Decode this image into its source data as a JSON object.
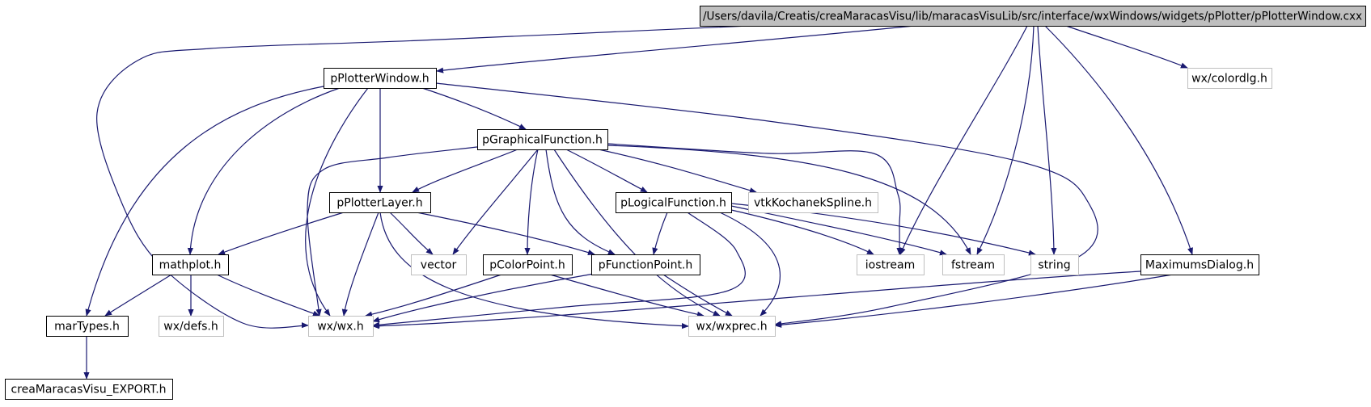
{
  "colors": {
    "edge": "#191970",
    "root_fill": "#bfbfbf",
    "node_border": "#000000",
    "ext_border": "#bfbfbf",
    "text": "#000000",
    "ext_text": "#000000"
  },
  "nodes": [
    {
      "id": "root",
      "label": "/Users/davila/Creatis/creaMaracasVisu/lib/maracasVisuLib/src/interface/wxWindows/widgets/pPlotter/pPlotterWindow.cxx",
      "style": "root"
    },
    {
      "id": "pPlotterWindow_h",
      "label": "pPlotterWindow.h",
      "style": "internal"
    },
    {
      "id": "wx_colordlg_h",
      "label": "wx/colordlg.h",
      "style": "external"
    },
    {
      "id": "pGraphicalFunction_h",
      "label": "pGraphicalFunction.h",
      "style": "internal"
    },
    {
      "id": "pPlotterLayer_h",
      "label": "pPlotterLayer.h",
      "style": "internal"
    },
    {
      "id": "pLogicalFunction_h",
      "label": "pLogicalFunction.h",
      "style": "internal"
    },
    {
      "id": "vtkKochanekSpline_h",
      "label": "vtkKochanekSpline.h",
      "style": "external"
    },
    {
      "id": "mathplot_h",
      "label": "mathplot.h",
      "style": "internal"
    },
    {
      "id": "vector",
      "label": "vector",
      "style": "external"
    },
    {
      "id": "pColorPoint_h",
      "label": "pColorPoint.h",
      "style": "internal"
    },
    {
      "id": "pFunctionPoint_h",
      "label": "pFunctionPoint.h",
      "style": "internal"
    },
    {
      "id": "iostream",
      "label": "iostream",
      "style": "external"
    },
    {
      "id": "fstream",
      "label": "fstream",
      "style": "external"
    },
    {
      "id": "string",
      "label": "string",
      "style": "external"
    },
    {
      "id": "MaximumsDialog_h",
      "label": "MaximumsDialog.h",
      "style": "internal"
    },
    {
      "id": "marTypes_h",
      "label": "marTypes.h",
      "style": "internal"
    },
    {
      "id": "wx_defs_h",
      "label": "wx/defs.h",
      "style": "external"
    },
    {
      "id": "wx_wx_h",
      "label": "wx/wx.h",
      "style": "external"
    },
    {
      "id": "wx_wxprec_h",
      "label": "wx/wxprec.h",
      "style": "external"
    },
    {
      "id": "creaMaracasVisu_EXPORT_h",
      "label": "creaMaracasVisu_EXPORT.h",
      "style": "internal"
    }
  ],
  "edges": [
    {
      "from": "root",
      "to": "pPlotterWindow_h"
    },
    {
      "from": "root",
      "to": "wx_wx_h"
    },
    {
      "from": "root",
      "to": "iostream"
    },
    {
      "from": "root",
      "to": "fstream"
    },
    {
      "from": "root",
      "to": "string"
    },
    {
      "from": "root",
      "to": "MaximumsDialog_h"
    },
    {
      "from": "root",
      "to": "wx_colordlg_h"
    },
    {
      "from": "pPlotterWindow_h",
      "to": "pGraphicalFunction_h"
    },
    {
      "from": "pPlotterWindow_h",
      "to": "pPlotterLayer_h"
    },
    {
      "from": "pPlotterWindow_h",
      "to": "mathplot_h"
    },
    {
      "from": "pPlotterWindow_h",
      "to": "marTypes_h"
    },
    {
      "from": "pPlotterWindow_h",
      "to": "wx_wx_h"
    },
    {
      "from": "pPlotterWindow_h",
      "to": "wx_wxprec_h"
    },
    {
      "from": "pGraphicalFunction_h",
      "to": "pPlotterLayer_h"
    },
    {
      "from": "pGraphicalFunction_h",
      "to": "pLogicalFunction_h"
    },
    {
      "from": "pGraphicalFunction_h",
      "to": "vtkKochanekSpline_h"
    },
    {
      "from": "pGraphicalFunction_h",
      "to": "vector"
    },
    {
      "from": "pGraphicalFunction_h",
      "to": "pColorPoint_h"
    },
    {
      "from": "pGraphicalFunction_h",
      "to": "pFunctionPoint_h"
    },
    {
      "from": "pGraphicalFunction_h",
      "to": "iostream"
    },
    {
      "from": "pGraphicalFunction_h",
      "to": "fstream"
    },
    {
      "from": "pGraphicalFunction_h",
      "to": "wx_wx_h"
    },
    {
      "from": "pGraphicalFunction_h",
      "to": "wx_wxprec_h"
    },
    {
      "from": "pPlotterLayer_h",
      "to": "mathplot_h"
    },
    {
      "from": "pPlotterLayer_h",
      "to": "vector"
    },
    {
      "from": "pPlotterLayer_h",
      "to": "pFunctionPoint_h"
    },
    {
      "from": "pPlotterLayer_h",
      "to": "wx_wx_h"
    },
    {
      "from": "pPlotterLayer_h",
      "to": "wx_wxprec_h"
    },
    {
      "from": "pLogicalFunction_h",
      "to": "pFunctionPoint_h"
    },
    {
      "from": "pLogicalFunction_h",
      "to": "iostream"
    },
    {
      "from": "pLogicalFunction_h",
      "to": "fstream"
    },
    {
      "from": "pLogicalFunction_h",
      "to": "string"
    },
    {
      "from": "pLogicalFunction_h",
      "to": "wx_wx_h"
    },
    {
      "from": "pLogicalFunction_h",
      "to": "wx_wxprec_h"
    },
    {
      "from": "mathplot_h",
      "to": "marTypes_h"
    },
    {
      "from": "mathplot_h",
      "to": "wx_defs_h"
    },
    {
      "from": "mathplot_h",
      "to": "wx_wx_h"
    },
    {
      "from": "pColorPoint_h",
      "to": "wx_wx_h"
    },
    {
      "from": "pColorPoint_h",
      "to": "wx_wxprec_h"
    },
    {
      "from": "pFunctionPoint_h",
      "to": "wx_wx_h"
    },
    {
      "from": "pFunctionPoint_h",
      "to": "wx_wxprec_h"
    },
    {
      "from": "MaximumsDialog_h",
      "to": "wx_wx_h"
    },
    {
      "from": "MaximumsDialog_h",
      "to": "wx_wxprec_h"
    },
    {
      "from": "marTypes_h",
      "to": "creaMaracasVisu_EXPORT_h"
    }
  ]
}
